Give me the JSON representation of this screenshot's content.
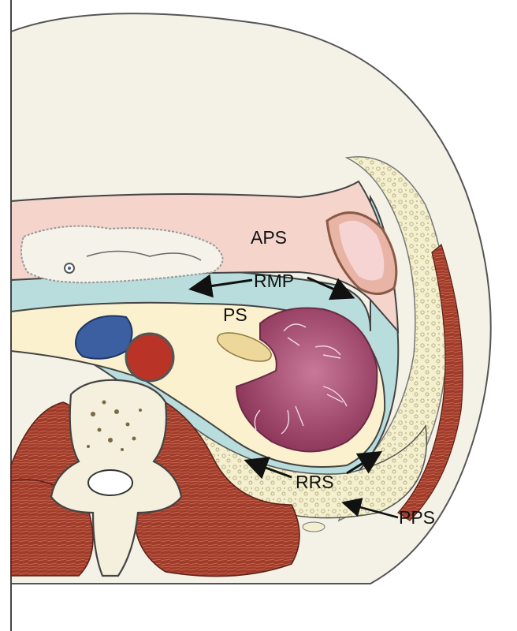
{
  "labels": {
    "aps": "APS",
    "rmp": "RMP",
    "ps": "PS",
    "rrs": "RRS",
    "pps": "PPS"
  },
  "colors": {
    "skin": "#f4f2e6",
    "anterior_pararenal": "#f5d4cc",
    "fascia_blue": "#b9dcdc",
    "perirenal_fat": "#fbf1cf",
    "kidney": "#a5496a",
    "muscle": "#9e3b2a",
    "bone": "#f4f0dd",
    "vein": "#3b5fa0",
    "artery": "#b93427",
    "outline": "#3a3a3a"
  }
}
